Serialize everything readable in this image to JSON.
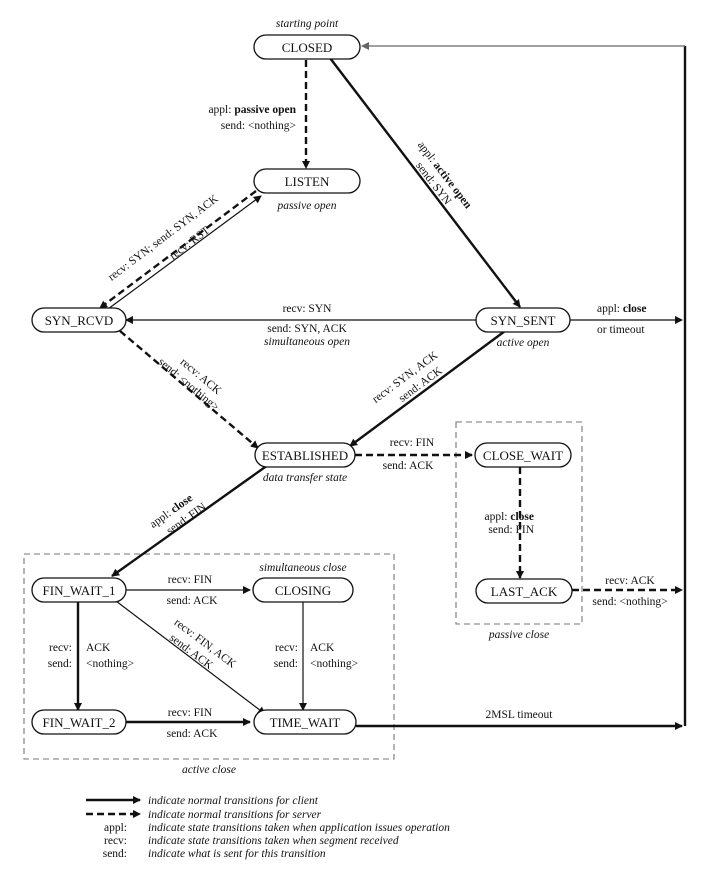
{
  "states": {
    "closed": "CLOSED",
    "listen": "LISTEN",
    "syn_rcvd": "SYN_RCVD",
    "syn_sent": "SYN_SENT",
    "established": "ESTABLISHED",
    "close_wait": "CLOSE_WAIT",
    "last_ack": "LAST_ACK",
    "fin_wait_1": "FIN_WAIT_1",
    "closing": "CLOSING",
    "fin_wait_2": "FIN_WAIT_2",
    "time_wait": "TIME_WAIT"
  },
  "captions": {
    "starting_point": "starting point",
    "passive_open": "passive open",
    "active_open": "active open",
    "simultaneous_open": "simultaneous open",
    "data_transfer_state": "data transfer state",
    "simultaneous_close": "simultaneous close",
    "passive_close": "passive close",
    "active_close": "active close"
  },
  "transitions": {
    "closed_listen": {
      "prefix": "appl:",
      "op": "passive open",
      "send": "send: <nothing>"
    },
    "closed_synsent": {
      "prefix": "appl:",
      "op": "active open",
      "send": "send: SYN"
    },
    "listen_synrcvd": {
      "recv": "recv: SYN;",
      "send": "send: SYN, ACK"
    },
    "synrcvd_listen": {
      "recv": "recv: RST"
    },
    "synsent_synrcvd": {
      "recv": "recv: SYN",
      "send": "send: SYN, ACK"
    },
    "synsent_closed": {
      "prefix": "appl:",
      "op": "close",
      "or": "or timeout"
    },
    "synrcvd_established": {
      "recv": "recv: ACK",
      "send": "send: <nothing>"
    },
    "synsent_established": {
      "recv": "recv: SYN, ACK",
      "send": "send: ACK"
    },
    "established_closewait": {
      "recv": "recv: FIN",
      "send": "send: ACK"
    },
    "closewait_lastack": {
      "prefix": "appl:",
      "op": "close",
      "send": "send: FIN"
    },
    "lastack_closed": {
      "recv": "recv: ACK",
      "send": "send: <nothing>"
    },
    "established_finwait1": {
      "prefix": "appl:",
      "op": "close",
      "send": "send: FIN"
    },
    "finwait1_closing": {
      "recv": "recv: FIN",
      "send": "send: ACK"
    },
    "finwait1_finwait2": {
      "recv": "recv:",
      "recv_val": "ACK",
      "send": "send:",
      "send_val": "<nothing>"
    },
    "finwait1_timewait": {
      "recv": "recv: FIN, ACK",
      "send": "send: ACK"
    },
    "closing_timewait": {
      "recv": "recv:",
      "recv_val": "ACK",
      "send": "send:",
      "send_val": "<nothing>"
    },
    "finwait2_timewait": {
      "recv": "recv: FIN",
      "send": "send: ACK"
    },
    "timewait_closed": {
      "label": "2MSL timeout"
    }
  },
  "legend": [
    {
      "key": "",
      "text": "indicate normal transitions for client"
    },
    {
      "key": "",
      "text": "indicate normal transitions for server"
    },
    {
      "key": "appl:",
      "text": "indicate state transitions taken when application issues operation"
    },
    {
      "key": "recv:",
      "text": "indicate state transitions taken when segment received"
    },
    {
      "key": "send:",
      "text": "indicate what is sent for this transition"
    }
  ]
}
